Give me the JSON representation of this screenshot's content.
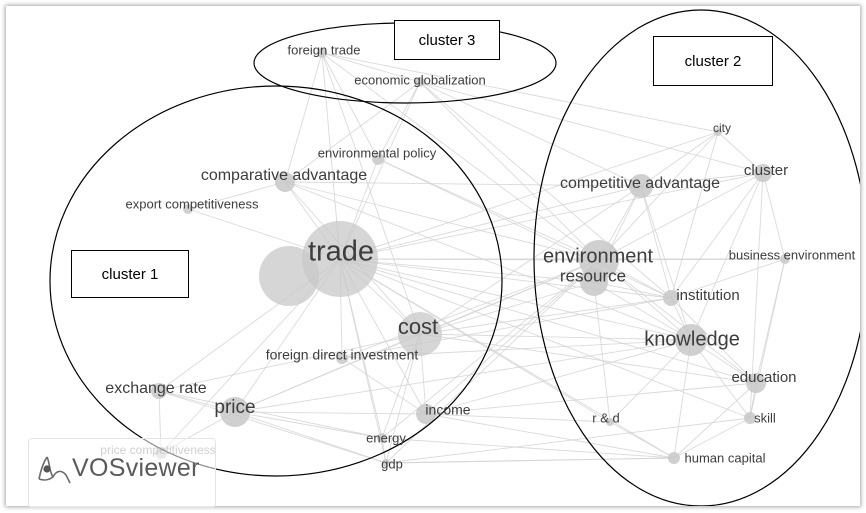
{
  "app": {
    "name": "VOSviewer"
  },
  "clusters": [
    {
      "id": "c1",
      "label": "cluster 1"
    },
    {
      "id": "c2",
      "label": "cluster 2"
    },
    {
      "id": "c3",
      "label": "cluster 3"
    }
  ],
  "nodes": [
    {
      "key": "trade",
      "label": "trade",
      "cluster": "c1",
      "weight": 5
    },
    {
      "key": "cost",
      "label": "cost",
      "cluster": "c1",
      "weight": 3
    },
    {
      "key": "price",
      "label": "price",
      "cluster": "c1",
      "weight": 3
    },
    {
      "key": "comparative_advantage",
      "label": "comparative advantage",
      "cluster": "c1",
      "weight": 2
    },
    {
      "key": "environmental_policy",
      "label": "environmental policy",
      "cluster": "c1",
      "weight": 1
    },
    {
      "key": "export_competitiveness",
      "label": "export competitiveness",
      "cluster": "c1",
      "weight": 1
    },
    {
      "key": "foreign_direct_investment",
      "label": "foreign direct investment",
      "cluster": "c1",
      "weight": 1
    },
    {
      "key": "exchange_rate",
      "label": "exchange rate",
      "cluster": "c1",
      "weight": 2
    },
    {
      "key": "income",
      "label": "income",
      "cluster": "c1",
      "weight": 1
    },
    {
      "key": "energy",
      "label": "energy",
      "cluster": "c1",
      "weight": 1
    },
    {
      "key": "gdp",
      "label": "gdp",
      "cluster": "c1",
      "weight": 1
    },
    {
      "key": "price_competitiveness",
      "label": "price competitiveness",
      "cluster": "c1",
      "weight": 1
    },
    {
      "key": "foreign_trade",
      "label": "foreign trade",
      "cluster": "c3",
      "weight": 1
    },
    {
      "key": "economic_globalization",
      "label": "economic globalization",
      "cluster": "c3",
      "weight": 1
    },
    {
      "key": "city",
      "label": "city",
      "cluster": "c2",
      "weight": 1
    },
    {
      "key": "cluster",
      "label": "cluster",
      "cluster": "c2",
      "weight": 1
    },
    {
      "key": "competitive_advantage",
      "label": "competitive advantage",
      "cluster": "c2",
      "weight": 2
    },
    {
      "key": "environment",
      "label": "environment",
      "cluster": "c2",
      "weight": 4
    },
    {
      "key": "business_environment",
      "label": "business environment",
      "cluster": "c2",
      "weight": 1
    },
    {
      "key": "resource",
      "label": "resource",
      "cluster": "c2",
      "weight": 3
    },
    {
      "key": "institution",
      "label": "institution",
      "cluster": "c2",
      "weight": 2
    },
    {
      "key": "knowledge",
      "label": "knowledge",
      "cluster": "c2",
      "weight": 3
    },
    {
      "key": "education",
      "label": "education",
      "cluster": "c2",
      "weight": 2
    },
    {
      "key": "r_and_d",
      "label": "r & d",
      "cluster": "c2",
      "weight": 1
    },
    {
      "key": "skill",
      "label": "skill",
      "cluster": "c2",
      "weight": 1
    },
    {
      "key": "human_capital",
      "label": "human capital",
      "cluster": "c2",
      "weight": 1
    }
  ],
  "links": [
    [
      "trade",
      "cost"
    ],
    [
      "trade",
      "price"
    ],
    [
      "trade",
      "comparative_advantage"
    ],
    [
      "trade",
      "environmental_policy"
    ],
    [
      "trade",
      "export_competitiveness"
    ],
    [
      "trade",
      "foreign_direct_investment"
    ],
    [
      "trade",
      "exchange_rate"
    ],
    [
      "trade",
      "income"
    ],
    [
      "trade",
      "energy"
    ],
    [
      "trade",
      "gdp"
    ],
    [
      "trade",
      "price_competitiveness"
    ],
    [
      "trade",
      "foreign_trade"
    ],
    [
      "trade",
      "economic_globalization"
    ],
    [
      "trade",
      "environment"
    ],
    [
      "trade",
      "competitive_advantage"
    ],
    [
      "trade",
      "resource"
    ],
    [
      "trade",
      "knowledge"
    ],
    [
      "trade",
      "institution"
    ],
    [
      "trade",
      "city"
    ],
    [
      "trade",
      "cluster"
    ],
    [
      "trade",
      "business_environment"
    ],
    [
      "trade",
      "education"
    ],
    [
      "trade",
      "skill"
    ],
    [
      "trade",
      "r_and_d"
    ],
    [
      "trade",
      "human_capital"
    ],
    [
      "cost",
      "price"
    ],
    [
      "cost",
      "environment"
    ],
    [
      "cost",
      "knowledge"
    ],
    [
      "cost",
      "resource"
    ],
    [
      "cost",
      "income"
    ],
    [
      "cost",
      "energy"
    ],
    [
      "cost",
      "gdp"
    ],
    [
      "cost",
      "comparative_advantage"
    ],
    [
      "cost",
      "foreign_trade"
    ],
    [
      "cost",
      "institution"
    ],
    [
      "cost",
      "education"
    ],
    [
      "cost",
      "exchange_rate"
    ],
    [
      "cost",
      "competitive_advantage"
    ],
    [
      "price",
      "exchange_rate"
    ],
    [
      "price",
      "price_competitiveness"
    ],
    [
      "price",
      "income"
    ],
    [
      "price",
      "energy"
    ],
    [
      "price",
      "gdp"
    ],
    [
      "price",
      "environment"
    ],
    [
      "price",
      "knowledge"
    ],
    [
      "comparative_advantage",
      "export_competitiveness"
    ],
    [
      "comparative_advantage",
      "competitive_advantage"
    ],
    [
      "comparative_advantage",
      "environment"
    ],
    [
      "comparative_advantage",
      "foreign_trade"
    ],
    [
      "comparative_advantage",
      "economic_globalization"
    ],
    [
      "comparative_advantage",
      "knowledge"
    ],
    [
      "environmental_policy",
      "environment"
    ],
    [
      "environmental_policy",
      "economic_globalization"
    ],
    [
      "environmental_policy",
      "foreign_trade"
    ],
    [
      "environmental_policy",
      "institution"
    ],
    [
      "foreign_direct_investment",
      "environment"
    ],
    [
      "foreign_direct_investment",
      "institution"
    ],
    [
      "foreign_direct_investment",
      "knowledge"
    ],
    [
      "foreign_direct_investment",
      "income"
    ],
    [
      "exchange_rate",
      "gdp"
    ],
    [
      "exchange_rate",
      "energy"
    ],
    [
      "exchange_rate",
      "price_competitiveness"
    ],
    [
      "income",
      "environment"
    ],
    [
      "income",
      "knowledge"
    ],
    [
      "income",
      "human_capital"
    ],
    [
      "income",
      "education"
    ],
    [
      "energy",
      "gdp"
    ],
    [
      "energy",
      "environment"
    ],
    [
      "gdp",
      "human_capital"
    ],
    [
      "gdp",
      "environment"
    ],
    [
      "foreign_trade",
      "economic_globalization"
    ],
    [
      "foreign_trade",
      "environment"
    ],
    [
      "foreign_trade",
      "city"
    ],
    [
      "economic_globalization",
      "environment"
    ],
    [
      "economic_globalization",
      "competitive_advantage"
    ],
    [
      "economic_globalization",
      "cluster"
    ],
    [
      "economic_globalization",
      "institution"
    ],
    [
      "city",
      "cluster"
    ],
    [
      "city",
      "competitive_advantage"
    ],
    [
      "city",
      "environment"
    ],
    [
      "city",
      "institution"
    ],
    [
      "cluster",
      "competitive_advantage"
    ],
    [
      "cluster",
      "environment"
    ],
    [
      "cluster",
      "business_environment"
    ],
    [
      "cluster",
      "knowledge"
    ],
    [
      "cluster",
      "skill"
    ],
    [
      "cluster",
      "institution"
    ],
    [
      "competitive_advantage",
      "environment"
    ],
    [
      "competitive_advantage",
      "resource"
    ],
    [
      "competitive_advantage",
      "knowledge"
    ],
    [
      "competitive_advantage",
      "institution"
    ],
    [
      "environment",
      "resource"
    ],
    [
      "environment",
      "knowledge"
    ],
    [
      "environment",
      "institution"
    ],
    [
      "environment",
      "business_environment"
    ],
    [
      "environment",
      "education"
    ],
    [
      "resource",
      "knowledge"
    ],
    [
      "resource",
      "institution"
    ],
    [
      "resource",
      "r_and_d"
    ],
    [
      "institution",
      "knowledge"
    ],
    [
      "institution",
      "business_environment"
    ],
    [
      "institution",
      "education"
    ],
    [
      "knowledge",
      "education"
    ],
    [
      "knowledge",
      "skill"
    ],
    [
      "knowledge",
      "r_and_d"
    ],
    [
      "knowledge",
      "human_capital"
    ],
    [
      "education",
      "skill"
    ],
    [
      "education",
      "human_capital"
    ],
    [
      "skill",
      "human_capital"
    ],
    [
      "r_and_d",
      "human_capital"
    ],
    [
      "business_environment",
      "education"
    ],
    [
      "business_environment",
      "skill"
    ],
    [
      "human_capital",
      "gdp"
    ],
    [
      "skill",
      "gdp"
    ],
    [
      "r_and_d",
      "income"
    ],
    [
      "human_capital",
      "energy"
    ]
  ],
  "style": {
    "node_color": "#c8c8c8",
    "edge_color": "#d4d4d4",
    "label_color": "#3d3d3d",
    "cluster_outline_color": "#000000"
  }
}
